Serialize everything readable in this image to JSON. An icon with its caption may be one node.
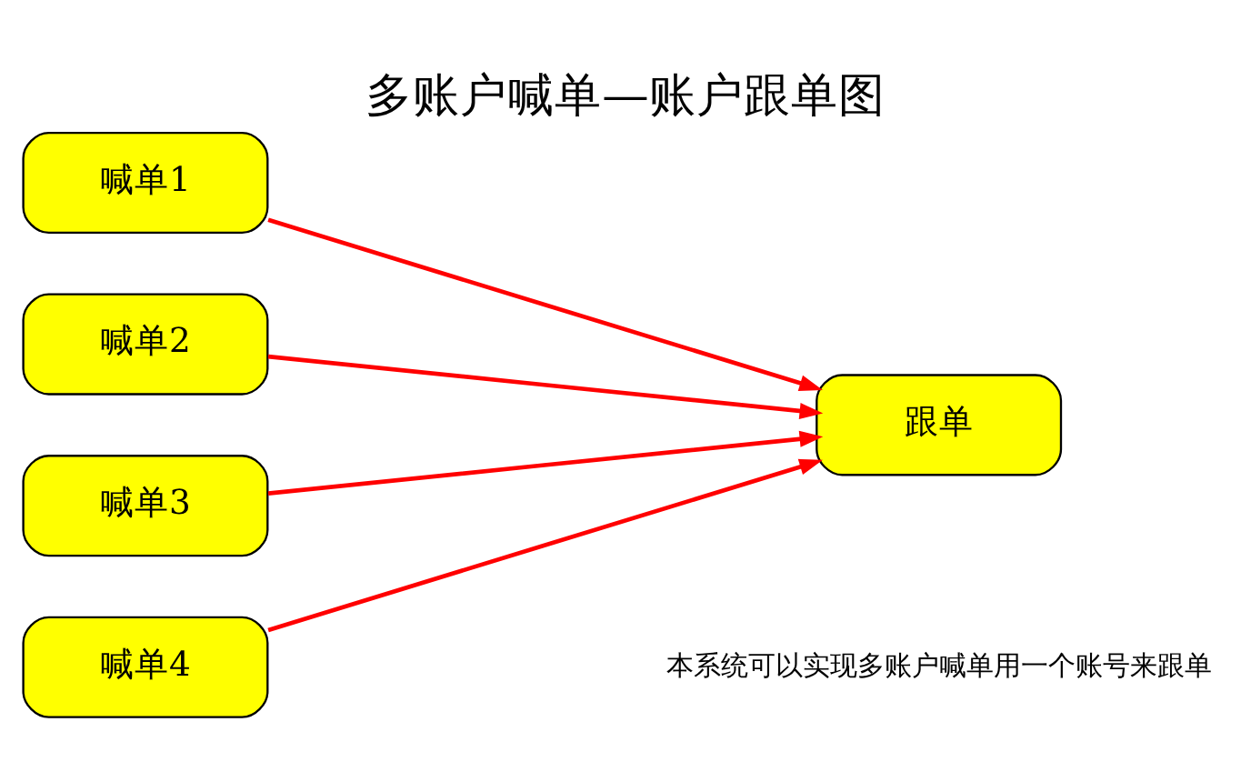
{
  "diagram": {
    "title": "多账户喊单—账户跟单图",
    "nodes": [
      {
        "text": [
          "喊单1"
        ]
      },
      {
        "text": [
          "喊单2"
        ]
      },
      {
        "text": [
          "喊单3"
        ]
      },
      {
        "text": [
          "喊单4"
        ]
      },
      {
        "text": [
          "跟单"
        ]
      }
    ],
    "edges": [
      {
        "from": 0,
        "to": 4,
        "arrow": "to"
      },
      {
        "from": 1,
        "to": 4,
        "arrow": "to"
      },
      {
        "from": 2,
        "to": 4,
        "arrow": "to"
      },
      {
        "from": 3,
        "to": 4,
        "arrow": "to"
      }
    ],
    "labels": [
      "本系统可以实现多账户喊单用一个账号来跟单"
    ]
  }
}
